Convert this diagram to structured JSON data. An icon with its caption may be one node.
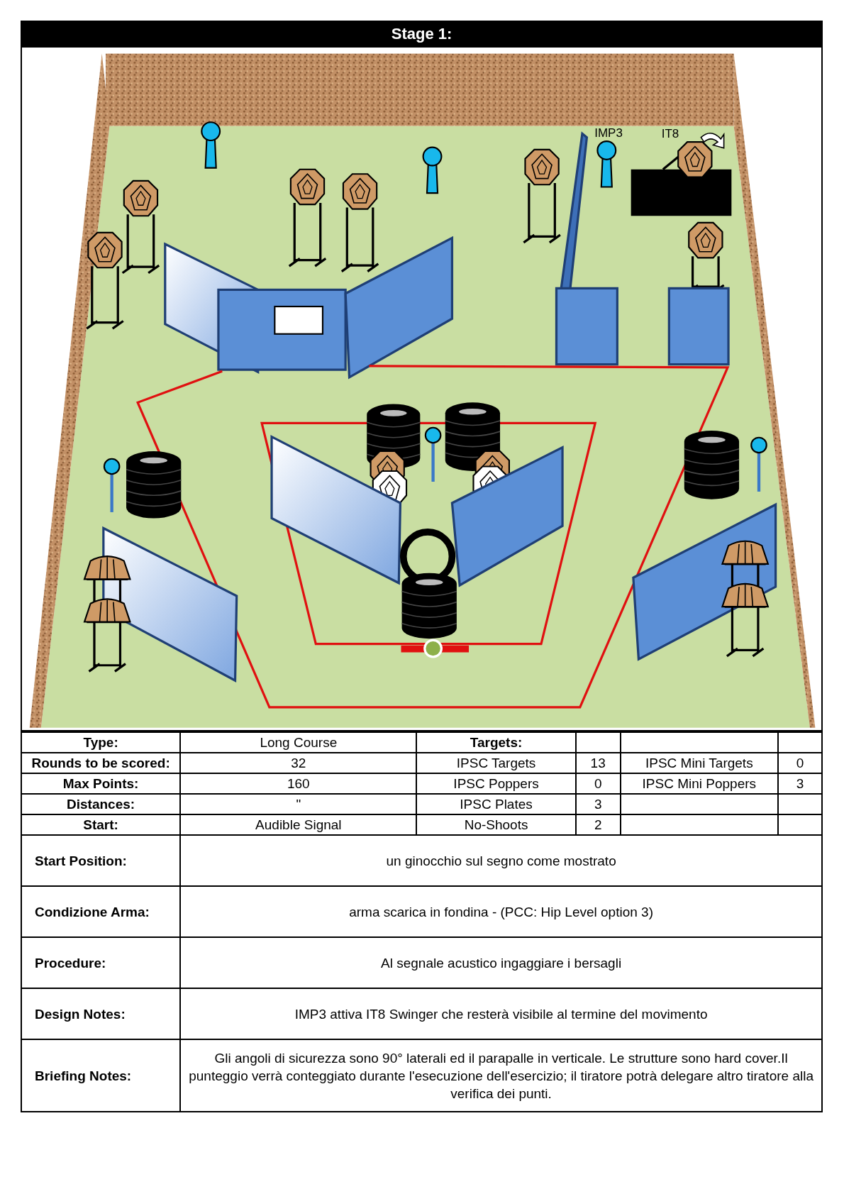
{
  "diagram": {
    "title": "Stage 1:",
    "labels": [
      "IMP3",
      "IT8",
      "Type:",
      "Long Course",
      "Targets:",
      "Rounds to be scored:",
      "32",
      "IPSC Targets",
      "13",
      "IPSC Mini Targets",
      "0",
      "Max Points:",
      "160",
      "IPSC Poppers",
      "0",
      "IPSC Mini Poppers",
      "3",
      "Distances:",
      "\"",
      "IPSC Plates",
      "3",
      "Start:",
      "Audible Signal",
      "No-Shoots",
      "2",
      "Start Position:",
      "un ginocchio sul segno come mostrato",
      "Condizione Arma:",
      "arma scarica in fondina - (PCC: Hip Level option 3)",
      "Procedure:",
      "Al segnale acustico ingaggiare i bersagli",
      "Design Notes:",
      "IMP3 attiva IT8 Swinger che resterà visibile al termine del movimento",
      "Briefing Notes:",
      "Gli angoli di sicurezza sono 90° laterali ed il parapalle in verticale. Le strutture sono hard cover.Il punteggio verrà conteggiato durante l'esecuzione dell'esercizio; il tiratore potrà delegare altro tiratore alla verifica dei punti."
    ]
  }
}
